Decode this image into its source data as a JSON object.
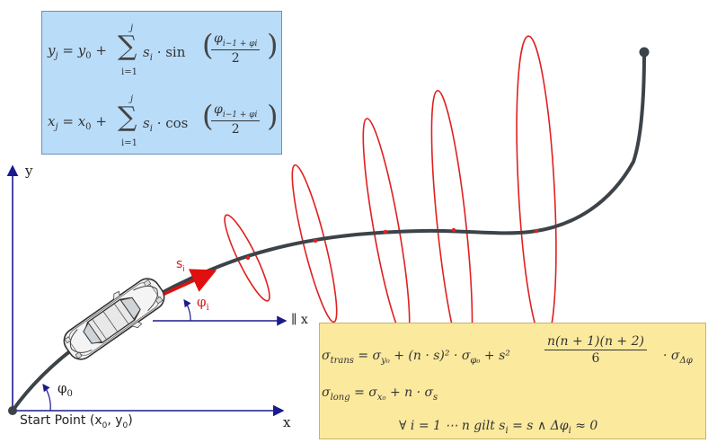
{
  "position_formulas": {
    "y_lhs": "y",
    "y_sub": "j",
    "y_eq": "= y",
    "y_eq_sub": "0",
    "x_lhs": "x",
    "x_sub": "j",
    "x_eq": "= x",
    "x_eq_sub": "0",
    "sum_upper": "j",
    "sum_lower": "i=1",
    "plus": "+",
    "y_term": "s",
    "y_func": "· sin",
    "x_term": "s",
    "x_func": "· cos",
    "term_sub": "i",
    "frac_num": "φ",
    "frac_num_rest": "i−1 + φ",
    "frac_num_end": "i",
    "frac_den": "2"
  },
  "variance_formulas": {
    "trans_lhs": "σ",
    "trans_sub": "trans",
    "trans_rhs": "= σ",
    "trans_rhs_sub": "y₀",
    "trans_mid": "+ (n · s)² · σ",
    "trans_mid_sub": "φ₀",
    "trans_s2": "+ s²",
    "trans_frac_num": "n(n + 1)(n + 2)",
    "trans_frac_den": "6",
    "trans_end": "· σ",
    "trans_end_sub": "Δφ",
    "long_lhs": "σ",
    "long_sub": "long",
    "long_rhs": "= σ",
    "long_rhs_sub": "x₀",
    "long_end": "+ n · σ",
    "long_end_sub": "s",
    "condition": "∀ i = 1 ⋯ n gilt s",
    "condition_sub": "i",
    "condition_rest": "= s ∧ Δφ",
    "condition_rest_sub": "i",
    "condition_end": "≈ 0"
  },
  "axis_labels": {
    "y_axis": "y",
    "x_axis": "x",
    "parallel_x": "∥ x",
    "start_point": "Start Point (x",
    "start_sub0": "0",
    "start_mid": ", y",
    "start_sub1": "0",
    "start_end": ")",
    "phi0": "φ",
    "phi0_sub": "0",
    "phii": "φ",
    "phii_sub": "i",
    "si": "s",
    "si_sub": "i"
  },
  "colors": {
    "trajectory": "#3c4349",
    "ellipse": "#e02020",
    "axis": "#1a1a8c",
    "heading_arrow": "#e01010",
    "position_box": "#b9dcf9",
    "variance_box": "#fbe99d"
  },
  "icons": {
    "vehicle": "car-top-view-icon",
    "end_point": "trajectory-end-dot"
  }
}
